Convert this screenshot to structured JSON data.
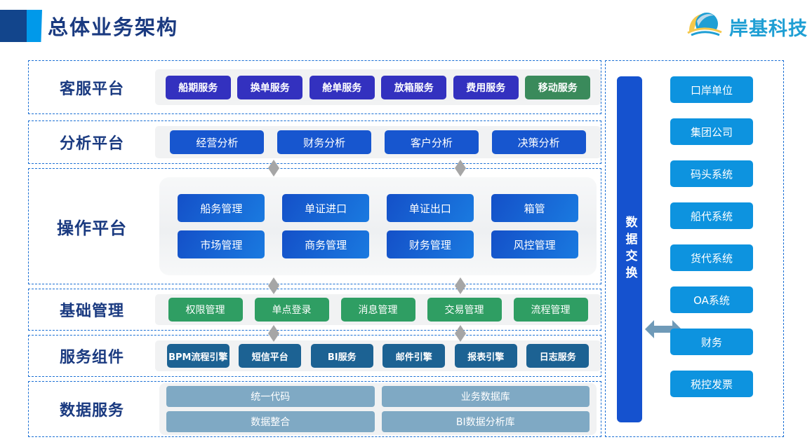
{
  "header": {
    "title": "总体业务架构",
    "logo_text": "岸基科技",
    "logo_icon": "wave-circle-logo-icon",
    "accent_dark": "#12458c",
    "accent_light": "#0099ea",
    "title_color": "#1a3a80",
    "logo_color": "#1f9fd4"
  },
  "rows": {
    "kefu": {
      "label": "客服平台",
      "color": "#3331bf",
      "accent_color": "#3a8a5b",
      "items": [
        {
          "label": "船期服务",
          "color": "#3331bf"
        },
        {
          "label": "换单服务",
          "color": "#3331bf"
        },
        {
          "label": "舱单服务",
          "color": "#3331bf"
        },
        {
          "label": "放箱服务",
          "color": "#3331bf"
        },
        {
          "label": "费用服务",
          "color": "#3331bf"
        },
        {
          "label": "移动服务",
          "color": "#3a8a5b"
        }
      ]
    },
    "fenxi": {
      "label": "分析平台",
      "color": "#1756cf",
      "items": [
        {
          "label": "经营分析"
        },
        {
          "label": "财务分析"
        },
        {
          "label": "客户分析"
        },
        {
          "label": "决策分析"
        }
      ]
    },
    "caozuo": {
      "label": "操作平台",
      "color": "#1450c8",
      "line1": [
        {
          "label": "船务管理"
        },
        {
          "label": "单证进口"
        },
        {
          "label": "单证出口"
        },
        {
          "label": "箱管"
        }
      ],
      "line2": [
        {
          "label": "市场管理"
        },
        {
          "label": "商务管理"
        },
        {
          "label": "财务管理"
        },
        {
          "label": "风控管理"
        }
      ]
    },
    "jichu": {
      "label": "基础管理",
      "color": "#2f9e63",
      "items": [
        {
          "label": "权限管理"
        },
        {
          "label": "单点登录"
        },
        {
          "label": "消息管理"
        },
        {
          "label": "交易管理"
        },
        {
          "label": "流程管理"
        }
      ]
    },
    "fuwu": {
      "label": "服务组件",
      "color": "#1c6293",
      "items": [
        {
          "label": "BPM流程引擎"
        },
        {
          "label": "短信平台"
        },
        {
          "label": "BI服务"
        },
        {
          "label": "邮件引擎"
        },
        {
          "label": "报表引擎"
        },
        {
          "label": "日志服务"
        }
      ]
    },
    "shuju": {
      "label": "数据服务",
      "color": "#7fa9c4",
      "line1": [
        {
          "label": "统一代码"
        },
        {
          "label": "业务数据库"
        }
      ],
      "line2": [
        {
          "label": "数据整合"
        },
        {
          "label": "BI数据分析库"
        }
      ]
    }
  },
  "exchange": {
    "label": "数据交换",
    "color": "#1552cf",
    "arrow_icon": "double-headed-arrow-icon",
    "arrow_color": "#6f9ab8"
  },
  "external_systems": {
    "color": "#0d93df",
    "items": [
      {
        "label": "口岸单位"
      },
      {
        "label": "集团公司"
      },
      {
        "label": "码头系统"
      },
      {
        "label": "船代系统"
      },
      {
        "label": "货代系统"
      },
      {
        "label": "OA系统"
      },
      {
        "label": "财务"
      },
      {
        "label": "税控发票"
      }
    ]
  },
  "connectors": {
    "icon": "vertical-double-arrow-icon",
    "color": "#a6a6a6"
  }
}
